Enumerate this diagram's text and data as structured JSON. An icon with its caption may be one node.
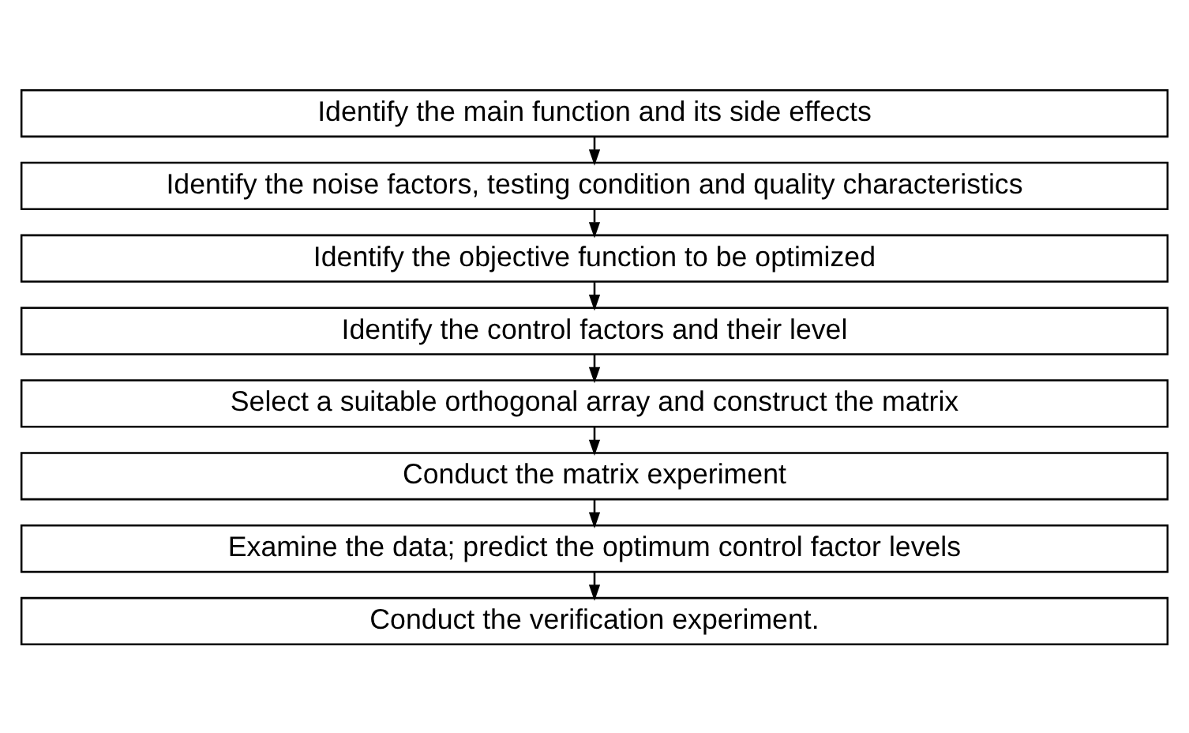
{
  "diagram": {
    "nodes": [
      {
        "text": [
          "Identify the main function and its side effects"
        ]
      },
      {
        "text": [
          "Identify the noise factors, testing condition and quality characteristics"
        ]
      },
      {
        "text": [
          "Identify the objective function to be optimized"
        ]
      },
      {
        "text": [
          "Identify the control factors and their level"
        ]
      },
      {
        "text": [
          "Select a suitable orthogonal array and construct the matrix"
        ]
      },
      {
        "text": [
          "Conduct the matrix experiment"
        ]
      },
      {
        "text": [
          "Examine the data; predict the optimum control factor levels"
        ]
      },
      {
        "text": [
          "Conduct the verification experiment."
        ]
      }
    ],
    "edges": [
      {
        "from": 0,
        "to": 1,
        "arrow": "to"
      },
      {
        "from": 1,
        "to": 2,
        "arrow": "to"
      },
      {
        "from": 2,
        "to": 3,
        "arrow": "to"
      },
      {
        "from": 3,
        "to": 4,
        "arrow": "to"
      },
      {
        "from": 4,
        "to": 5,
        "arrow": "to"
      },
      {
        "from": 5,
        "to": 6,
        "arrow": "to"
      },
      {
        "from": 6,
        "to": 7,
        "arrow": "to"
      }
    ]
  }
}
